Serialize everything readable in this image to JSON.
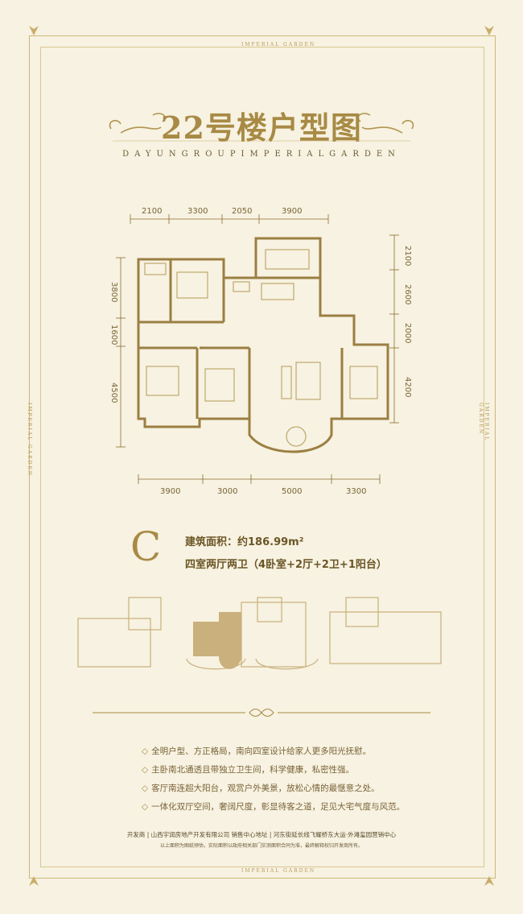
{
  "edge_label": "IMPERIAL GARDEN",
  "title": "22号楼户型图",
  "subtitle": "DAYUNGROUPIMPERIALGARDEN",
  "dimensions": {
    "top": [
      "2100",
      "3300",
      "2050",
      "3900"
    ],
    "bottom": [
      "3900",
      "3000",
      "5000",
      "3300"
    ],
    "left": [
      "3800",
      "1600",
      "4500"
    ],
    "right": [
      "2100",
      "2600",
      "2000",
      "4200"
    ]
  },
  "unit": {
    "letter": "C",
    "area": "建筑面积：约186.99m²",
    "layout": "四室两厅两卫（4卧室+2厅+2卫+1阳台）"
  },
  "features": [
    "全明户型、方正格局，南向四室设计给家人更多阳光抚慰。",
    "主卧南北通透且带独立卫生间，科学健康，私密性强。",
    "客厅南连超大阳台，观赏户外美景，放松心情的最惬意之处。",
    "一体化双厅空间，奢阔尺度，彰显待客之道，足见大宅气度与风范。"
  ],
  "footer": {
    "line1": "开发商 | 山西宇润房地产开发有限公司   销售中心地址 | 河东街延长线飞耀桥东大运·外滩玺园营销中心",
    "line2": "以上面积为图纸预估，实际面积以政府相关部门实测面积合同为准，最终解释权归开发商所有。"
  },
  "colors": {
    "background": "#f7f2e1",
    "gold": "#a88a45",
    "highlight_unit": "#c9b07c"
  }
}
